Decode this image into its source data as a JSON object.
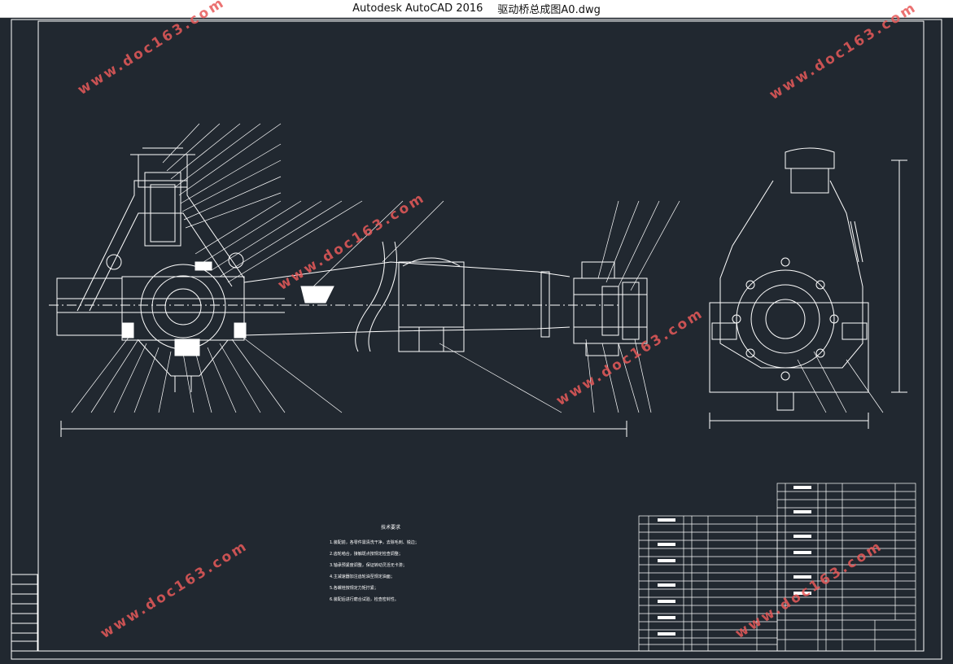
{
  "window": {
    "app_title": "Autodesk AutoCAD 2016",
    "file_name": "驱动桥总成图A0.dwg"
  },
  "watermark": {
    "text": "www.doc163.com",
    "color": "#e85a5a"
  },
  "colors": {
    "canvas_bg": "#212830",
    "line": "#ffffff",
    "titlebar_bg": "#ffffff"
  },
  "drawing": {
    "notes_title": "技术要求",
    "notes_lines": [
      "1.装配前，各零件需清洗干净，去除毛刺、锐边；",
      "2.齿轮啮合，接触斑点按规定检查调整；",
      "3.轴承预紧度调整，保证转动灵活无卡滞；",
      "4.主减速器加注齿轮油至规定油面；",
      "5.各螺栓按规定力矩拧紧；",
      "6.装配后进行磨合试验，检查密封性。"
    ]
  }
}
